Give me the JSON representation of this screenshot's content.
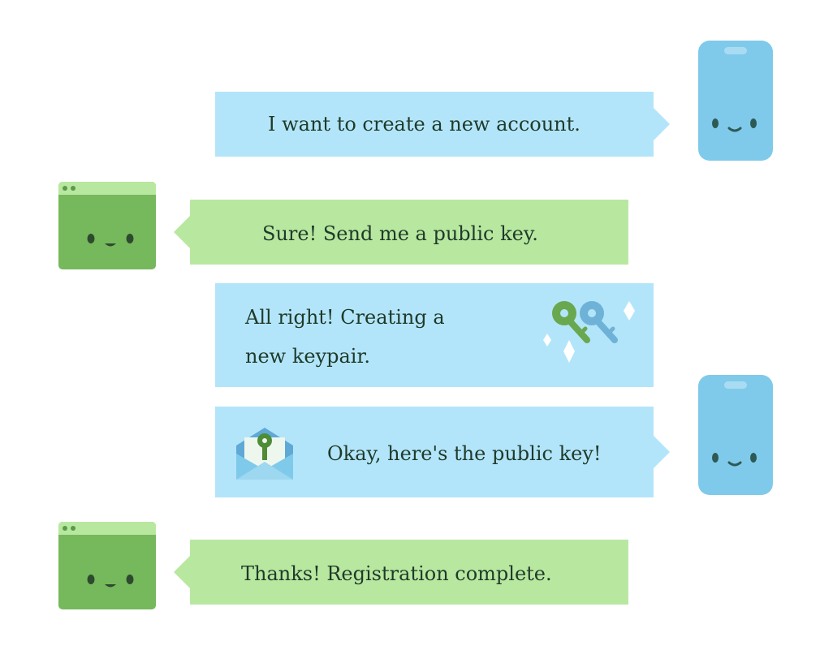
{
  "messages": [
    {
      "from": "phone",
      "text": "I want to create a new account."
    },
    {
      "from": "browser",
      "text": "Sure! Send me a public key."
    },
    {
      "from": "phone",
      "text": "All right! Creating a new keypair."
    },
    {
      "from": "phone",
      "text": "Okay, here's the public key!"
    },
    {
      "from": "browser",
      "text": "Thanks! Registration complete."
    }
  ],
  "colors": {
    "phone_bubble": "#b3e5fa",
    "browser_bubble": "#b8e8a0",
    "phone_body": "#7fcaea",
    "browser_body": "#76b85c",
    "text": "#1f3a2a"
  },
  "icons": {
    "phone": "smiling-phone-icon",
    "browser": "smiling-browser-window-icon",
    "keypair": "key-pair-icon",
    "envelope": "envelope-with-key-icon",
    "sparkle": "sparkle-icon"
  }
}
